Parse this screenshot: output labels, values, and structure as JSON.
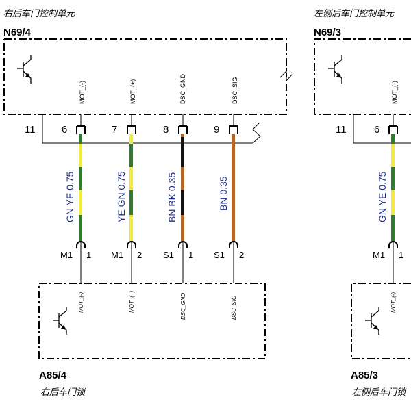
{
  "modules": [
    {
      "id": "N69/4",
      "name": "右后车门控制单元"
    },
    {
      "id": "N69/3",
      "name": "左侧后车门控制单元"
    }
  ],
  "locks": [
    {
      "id": "A85/4",
      "name": "右后车门锁"
    },
    {
      "id": "A85/3",
      "name": "左侧后车门锁"
    }
  ],
  "module_pins": {
    "p11": "11",
    "p6": "6",
    "p7": "7",
    "p8": "8",
    "p9": "9"
  },
  "signals": {
    "mot_minus": "MOT_(-)",
    "mot_plus": "MOT_(+)",
    "dsc_gnd": "DSC_GND",
    "dsc_sig": "DSC_SIG"
  },
  "wires": [
    {
      "label": "GN YE 0.75",
      "colors": [
        "#2e7d2e",
        "#f4ea3a"
      ]
    },
    {
      "label": "YE GN 0.75",
      "colors": [
        "#f4ea3a",
        "#2e7d2e"
      ]
    },
    {
      "label": "BN BK 0.35",
      "colors": [
        "#111111",
        "#b0652a"
      ]
    },
    {
      "label": "BN  0.35",
      "colors": [
        "#b0652a"
      ]
    }
  ],
  "lock_connectors": [
    {
      "conn": "M1",
      "pin": "1"
    },
    {
      "conn": "M1",
      "pin": "2"
    },
    {
      "conn": "S1",
      "pin": "1"
    },
    {
      "conn": "S1",
      "pin": "2"
    }
  ]
}
